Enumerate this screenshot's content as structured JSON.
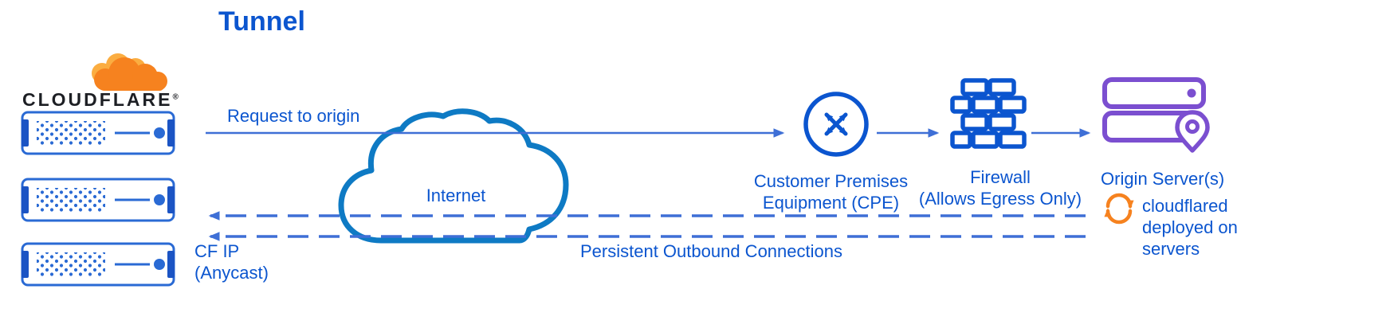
{
  "title": "Tunnel",
  "logo": {
    "brand": "CLOUDFLARE",
    "registered": "®"
  },
  "labels": {
    "request": "Request to origin",
    "internet": "Internet",
    "cpe": "Customer Premises\nEquipment (CPE)",
    "firewall": "Firewall\n(Allows Egress Only)",
    "origin": "Origin Server(s)",
    "cloudflared": "cloudflared\ndeployed on\nservers",
    "persistent": "Persistent Outbound Connections",
    "cf_ip": "CF IP\n(Anycast)"
  },
  "colors": {
    "blue": "#0b55cf",
    "arrow_blue": "#3e6fd6",
    "cloud_blue": "#0e7ac4",
    "server_blue": "#2a6ad4",
    "tab_blue": "#1b54c4",
    "orange": "#f6821f",
    "orange_light": "#fbad41",
    "purple": "#7b4fd0",
    "brand_dark": "#1d1f24"
  }
}
